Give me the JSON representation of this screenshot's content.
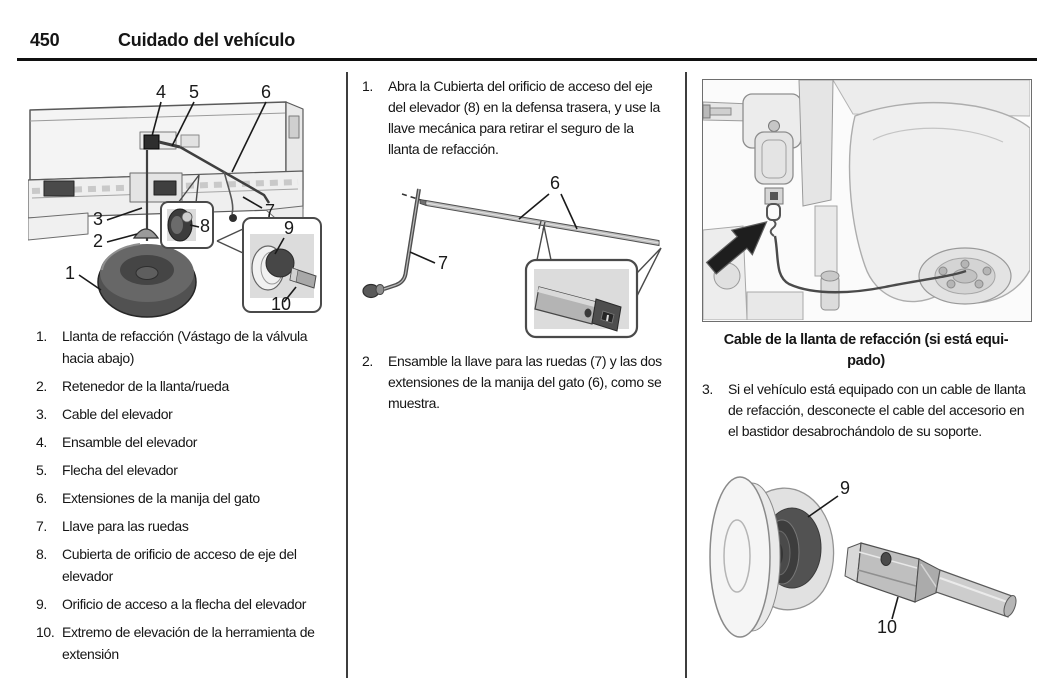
{
  "header": {
    "page_number": "450",
    "title": "Cuidado del vehículo"
  },
  "left_column": {
    "parts_list": [
      {
        "num": "1.",
        "text": "Llanta de refacción (Vástago de la válvula hacia abajo)"
      },
      {
        "num": "2.",
        "text": "Retenedor de la llanta/rueda"
      },
      {
        "num": "3.",
        "text": "Cable del elevador"
      },
      {
        "num": "4.",
        "text": "Ensamble del elevador"
      },
      {
        "num": "5.",
        "text": "Flecha del elevador"
      },
      {
        "num": "6.",
        "text": "Extensiones de la manija del gato"
      },
      {
        "num": "7.",
        "text": "Llave para las ruedas"
      },
      {
        "num": "8.",
        "text": "Cubierta de orificio de acceso de eje del elevador"
      },
      {
        "num": "9.",
        "text": "Orificio de acceso a la flecha del elevador"
      },
      {
        "num": "10.",
        "text": "Extremo de elevación de la herramienta de extensión"
      }
    ]
  },
  "middle_column": {
    "steps": [
      {
        "num": "1.",
        "text": "Abra la Cubierta del orificio de acceso del eje del elevador (8) en la defensa trasera, y use la llave mecánica para retirar el seguro de la llanta de refacción."
      },
      {
        "num": "2.",
        "text": "Ensamble la llave para las ruedas (7) y las dos extensiones de la manija del gato (6), como se muestra."
      }
    ]
  },
  "right_column": {
    "caption_lines": [
      "Cable de la llanta de refacción (si está equi-",
      "pado)"
    ],
    "steps": [
      {
        "num": "3.",
        "text": "Si el vehículo está equipado con un cable de llanta de refacción, desconecte el cable del accesorio en el bastidor desabrochándolo de su soporte."
      }
    ]
  },
  "figures": {
    "truck_rear": {
      "callouts": [
        "1",
        "2",
        "3",
        "4",
        "5",
        "6",
        "7",
        "8",
        "9",
        "10"
      ]
    },
    "wrench_assembly": {
      "callouts": [
        "6",
        "7"
      ]
    },
    "access_hole_tool": {
      "callouts": [
        "9",
        "10"
      ]
    }
  },
  "colors": {
    "ink": "#151515",
    "header_rule": "#101010",
    "column_divider": "#3d3d3d",
    "inset_gray": "#dcdcdc",
    "tire_gray": "#515151"
  }
}
